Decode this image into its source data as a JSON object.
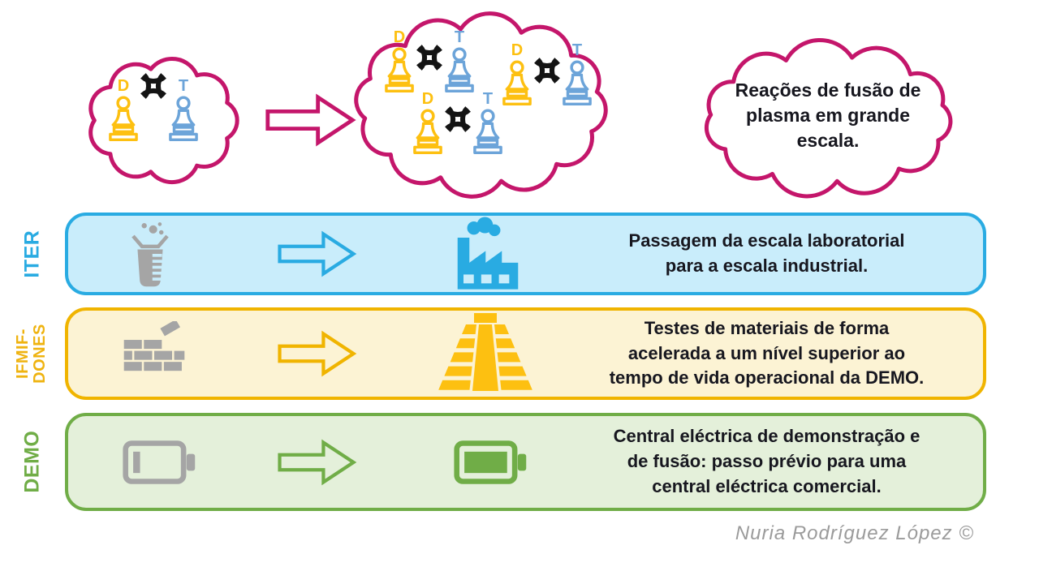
{
  "top": {
    "small_cloud": {
      "pairs": [
        {
          "left": "D",
          "right": "T"
        }
      ]
    },
    "large_cloud": {
      "pairs": [
        {
          "left": "D",
          "right": "T"
        },
        {
          "left": "D",
          "right": "T"
        },
        {
          "left": "D",
          "right": "T"
        }
      ]
    },
    "caption_cloud": {
      "text": "Reações de fusão de\nplasma em grande\nescala."
    }
  },
  "rows": [
    {
      "label": "ITER",
      "label2": "",
      "accent": "#29ABE2",
      "fill": "#C9EDFB",
      "left_icon": "beaker-icon",
      "right_icon": "factory-icon",
      "text": "Passagem da escala laboratorial\npara a escala industrial."
    },
    {
      "label": "IFMIF-",
      "label2": "DONES",
      "accent": "#F0B400",
      "fill": "#FCF3D4",
      "left_icon": "bricks-icon",
      "right_icon": "pyramid-icon",
      "text": "Testes de materiais de forma\nacelerada a um nível superior ao\ntempo de vida operacional da DEMO."
    },
    {
      "label": "DEMO",
      "label2": "",
      "accent": "#70AD47",
      "fill": "#E4F0DA",
      "left_icon": "battery-empty-icon",
      "right_icon": "battery-full-icon",
      "text": "Central eléctrica de demonstração e\nde fusão: passo prévio para uma\ncentral eléctrica comercial."
    }
  ],
  "icons": {
    "cloud": "thought-cloud-outline",
    "arrow": "right-arrow-outline",
    "collision": "collision-impact-icon",
    "pawn_d": "deuterium-pawn-icon",
    "pawn_t": "tritium-pawn-icon"
  },
  "colors": {
    "magenta": "#C4166B",
    "blue": "#29ABE2",
    "yellow": "#F0B400",
    "green": "#70AD47",
    "pawn_yellow": "#FDC011",
    "pawn_blue": "#6CA4D9",
    "icon_gray": "#A5A5A5",
    "text_dark": "#17171F"
  },
  "credit": "Nuria Rodríguez López ©"
}
